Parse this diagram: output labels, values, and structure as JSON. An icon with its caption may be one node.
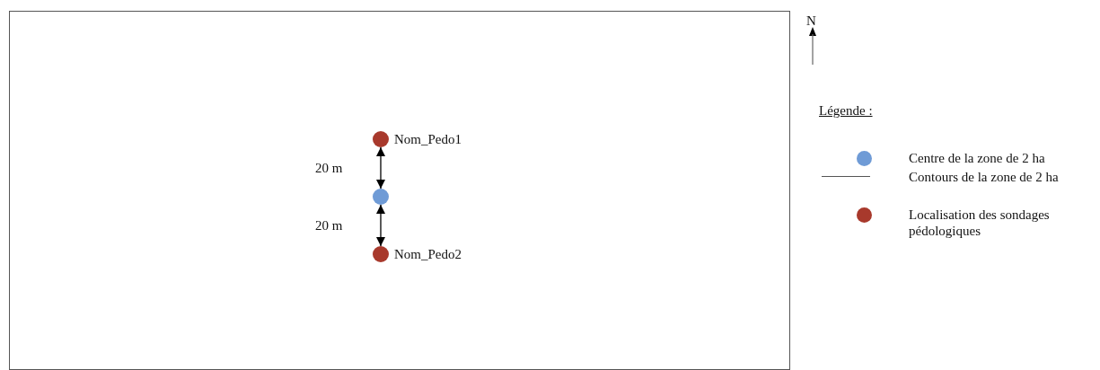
{
  "diagram": {
    "nodes": [
      {
        "text": [],
        "shape": "box"
      },
      {
        "text": [],
        "shape": "circle",
        "in": 0,
        "beside": [
          "Nom_Pedo1"
        ]
      },
      {
        "text": [],
        "shape": "circle",
        "in": 0
      },
      {
        "text": [],
        "shape": "circle",
        "in": 0,
        "beside": [
          "Nom_Pedo2"
        ]
      }
    ],
    "edges": [
      {
        "from": 1,
        "to": 2,
        "arrow": "both",
        "label": "20 m"
      },
      {
        "from": 2,
        "to": 3,
        "arrow": "both",
        "label": "20 m"
      }
    ],
    "labels": [
      "N",
      "Légende :"
    ],
    "legend": [
      {
        "text": "Centre de la zone de 2 ha",
        "color": "#6f9bd6"
      },
      {
        "text": "Contours de la zone de 2 ha"
      },
      {
        "text": "Localisation des sondages pédologiques",
        "color": "#a8392c"
      }
    ]
  }
}
